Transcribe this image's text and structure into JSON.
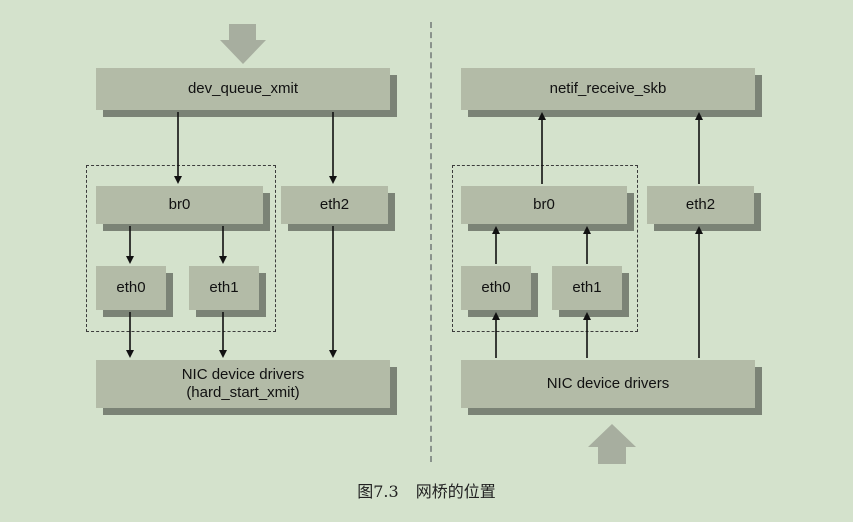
{
  "left": {
    "top_box": "dev_queue_xmit",
    "bridge": "br0",
    "if0": "eth0",
    "if1": "eth1",
    "if2": "eth2",
    "driver_line1": "NIC device drivers",
    "driver_line2": "(hard_start_xmit)"
  },
  "right": {
    "top_box": "netif_receive_skb",
    "bridge": "br0",
    "if0": "eth0",
    "if1": "eth1",
    "if2": "eth2",
    "driver": "NIC device drivers"
  },
  "caption": {
    "number": "图7.3",
    "title": "网桥的位置"
  }
}
